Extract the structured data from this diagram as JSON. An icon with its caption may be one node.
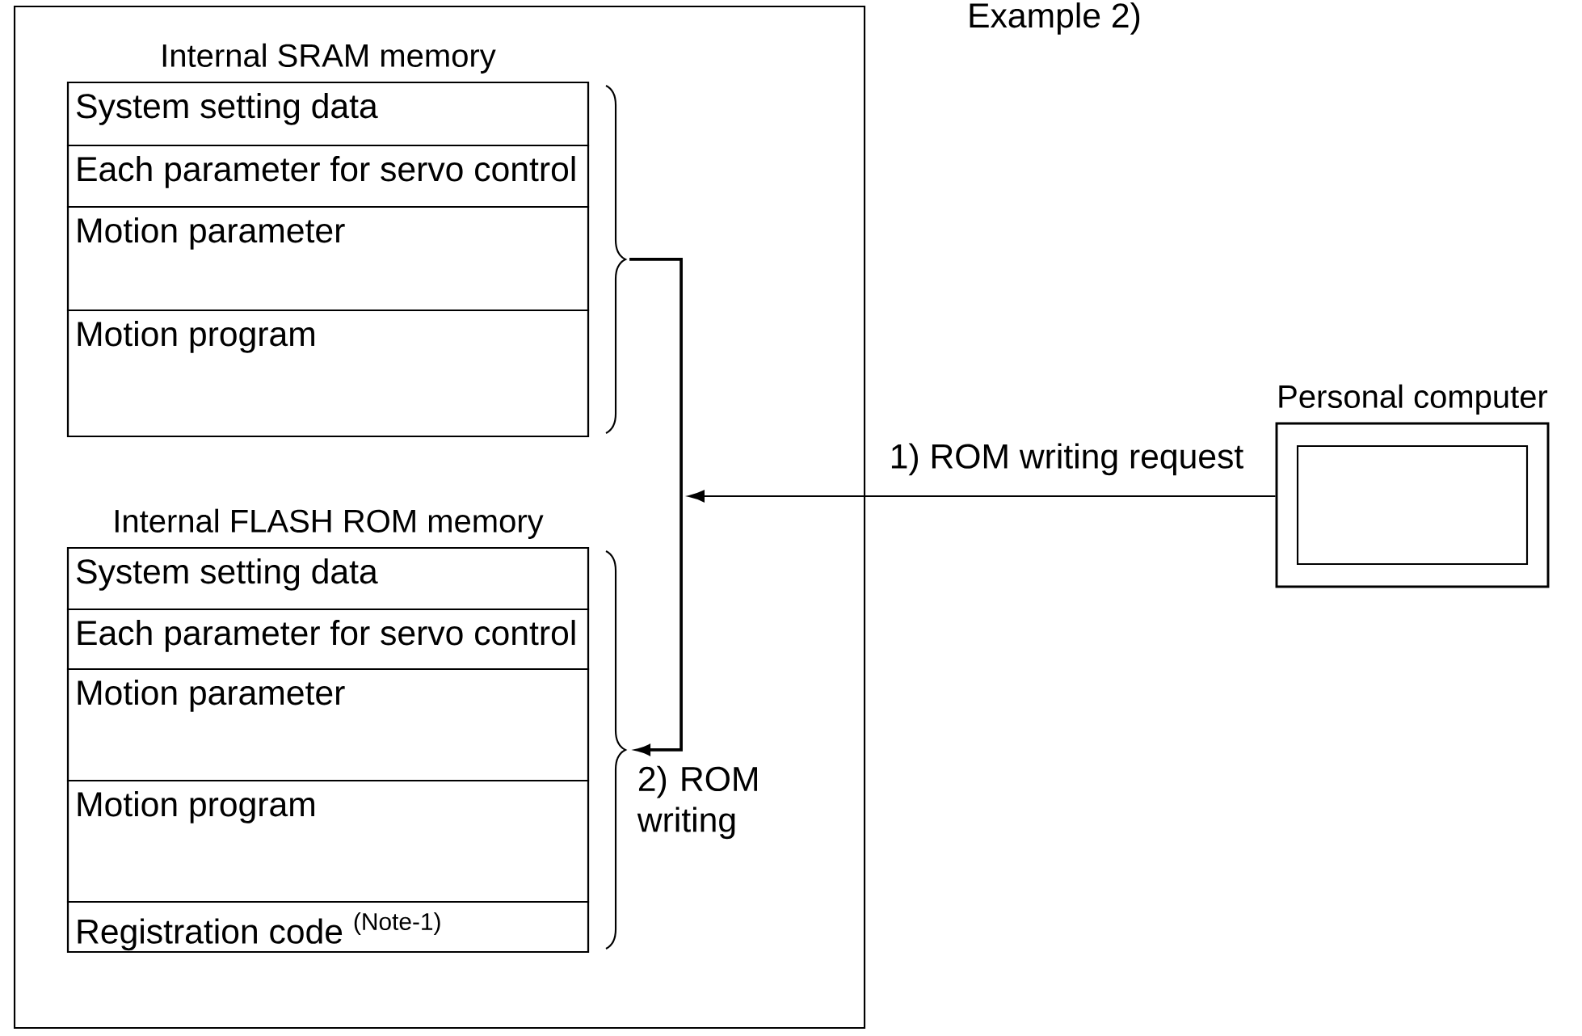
{
  "diagram": {
    "nodes": [
      {
        "text": [],
        "shape": "box"
      },
      {
        "text": [
          "Internal SRAM memory"
        ],
        "in": 0
      },
      {
        "text": [
          "System setting data"
        ],
        "in": 1
      },
      {
        "text": [
          "Each parameter for servo control"
        ],
        "in": 1
      },
      {
        "text": [
          "Motion parameter"
        ],
        "in": 1
      },
      {
        "text": [
          "Motion program"
        ],
        "in": 1
      },
      {
        "text": [
          "Internal FLASH ROM memory"
        ],
        "in": 0
      },
      {
        "text": [
          "System setting data"
        ],
        "in": 6
      },
      {
        "text": [
          "Each parameter for servo control"
        ],
        "in": 6
      },
      {
        "text": [
          "Motion parameter"
        ],
        "in": 6
      },
      {
        "text": [
          "Motion program"
        ],
        "in": 6
      },
      {
        "text": [
          "Registration code $^{(Note-1)}$"
        ],
        "in": 6
      },
      {
        "text": [
          "Personal computer"
        ]
      },
      {
        "text": [],
        "shape": "box",
        "in": 12
      }
    ],
    "edges": [
      {
        "from": 12,
        "to": null,
        "arrow": "to",
        "label": "1) ROM writing request"
      },
      {
        "from": 1,
        "to": 6,
        "arrow": "to",
        "label": "2) ROM writing"
      }
    ],
    "labels": [
      "Example 2)"
    ]
  }
}
